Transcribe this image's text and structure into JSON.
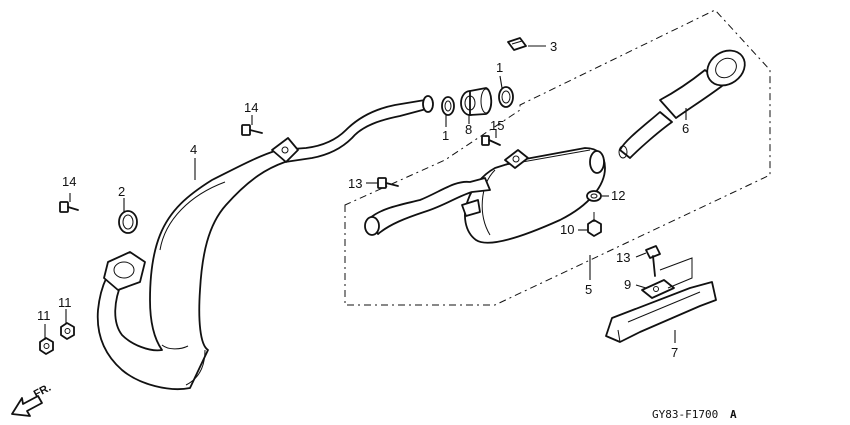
{
  "callouts": {
    "c1a": "1",
    "c1b": "1",
    "c2": "2",
    "c3": "3",
    "c4": "4",
    "c5": "5",
    "c6": "6",
    "c7": "7",
    "c8": "8",
    "c9": "9",
    "c10": "10",
    "c11a": "11",
    "c11b": "11",
    "c12": "12",
    "c13a": "13",
    "c13b": "13",
    "c14a": "14",
    "c14b": "14",
    "c15": "15"
  },
  "direction_label": "FR.",
  "diagram_code": "GY83-F1700",
  "diagram_revision": "A",
  "icons": {
    "front_arrow": "arrow-left-down-icon"
  }
}
